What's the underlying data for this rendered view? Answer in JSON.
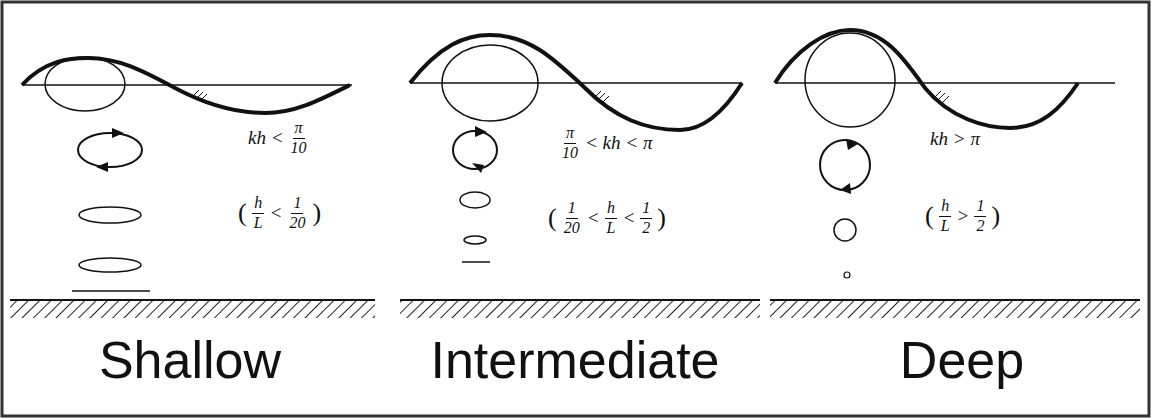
{
  "diagram": {
    "labels": [
      "kh <",
      "π",
      "10",
      "(",
      "h",
      "L",
      "<",
      "1",
      "20",
      ")",
      "Shallow",
      "π",
      "10",
      "< kh <",
      "π",
      "(",
      "1",
      "20",
      "<",
      "h",
      "L",
      "<",
      "1",
      "2",
      ")",
      "Intermediate",
      "kh >",
      "π",
      "(",
      "h",
      "L",
      ">",
      "1",
      "2",
      ")",
      "Deep"
    ]
  }
}
